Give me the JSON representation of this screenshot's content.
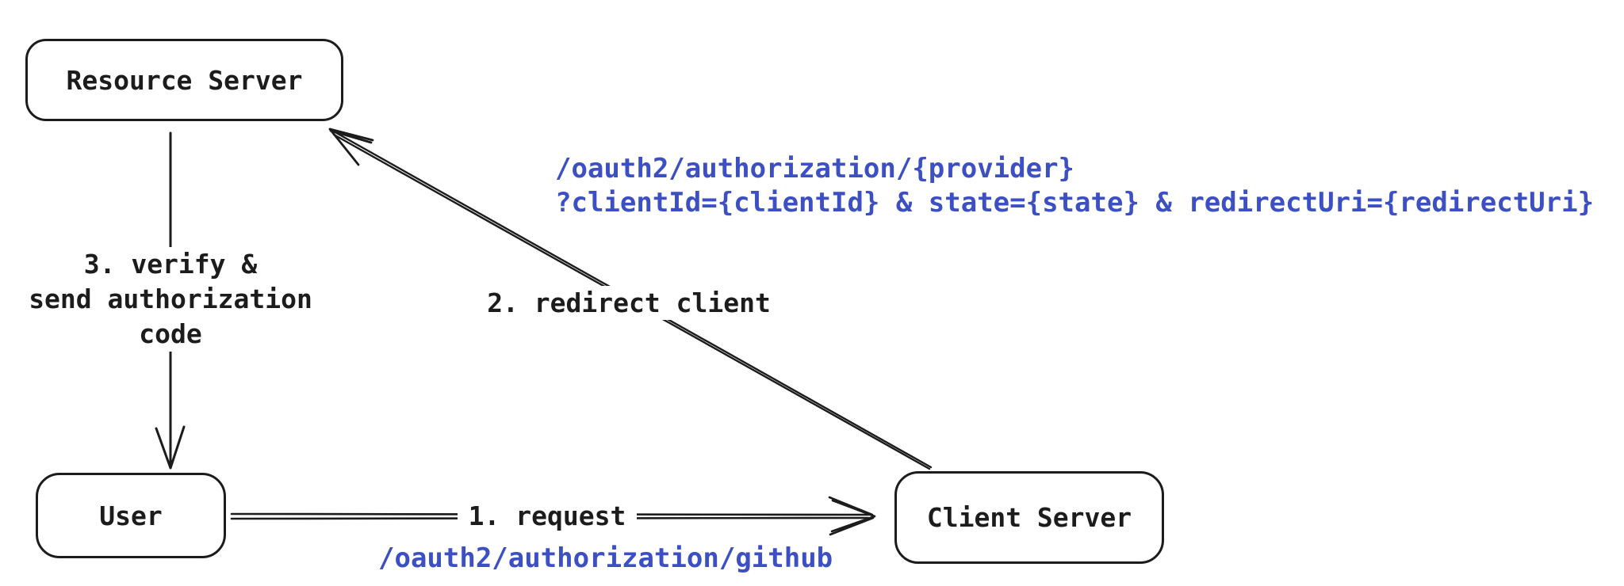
{
  "colors": {
    "background": "#ffffff",
    "ink": "#1c1c1c",
    "accent_blue": "#3c4fc3"
  },
  "nodes": [
    {
      "id": "resource-server",
      "label": "Resource Server"
    },
    {
      "id": "user",
      "label": "User"
    },
    {
      "id": "client-server",
      "label": "Client Server"
    }
  ],
  "edges": {
    "verify": {
      "from": "resource-server",
      "to": "user",
      "label_lines": [
        "3. verify &",
        "send authorization",
        "code"
      ]
    },
    "request": {
      "from": "user",
      "to": "client-server",
      "label": "1. request",
      "path": "/oauth2/authorization/github"
    },
    "redirect": {
      "from": "client-server",
      "to": "resource-server",
      "label": "2. redirect client",
      "path_lines": [
        "/oauth2/authorization/{provider}",
        "?clientId={clientId} & state={state} & redirectUri={redirectUri}"
      ]
    }
  }
}
